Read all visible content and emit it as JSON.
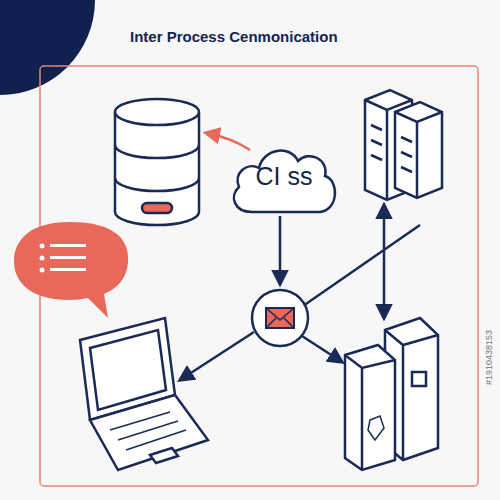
{
  "diagram": {
    "title": "Inter Process Cenmonication",
    "nodes": [
      {
        "text": [
          "CI ss"
        ]
      }
    ],
    "labels": [
      "#1910438153"
    ]
  }
}
